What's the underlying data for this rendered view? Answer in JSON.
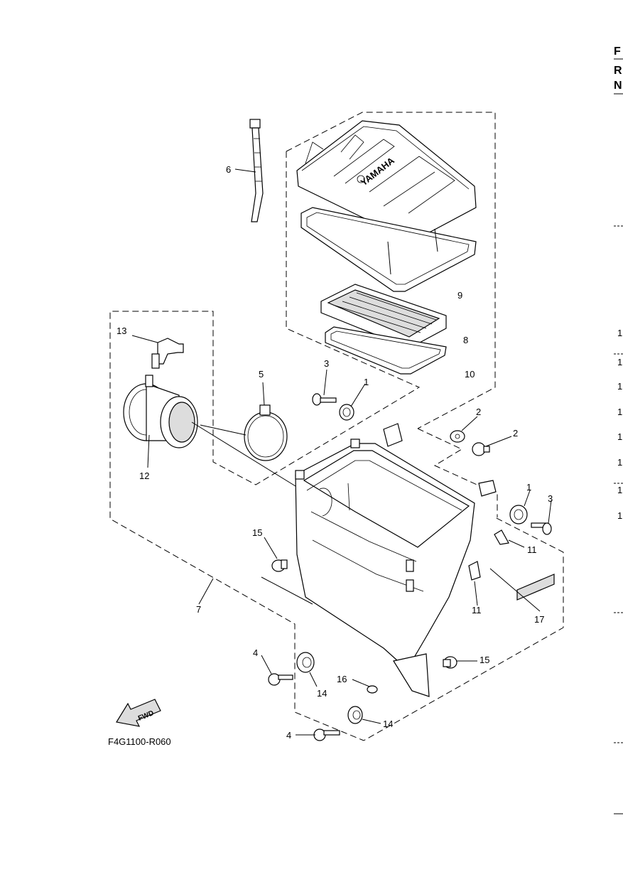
{
  "figure_code": "F4G1100-R060",
  "fwd_label": "FWD",
  "brand_label": "YAMAHA",
  "edge_letters": [
    "F",
    "R",
    "N"
  ],
  "right_edge_numbers": [
    "1",
    "1",
    "1",
    "1",
    "1",
    "1",
    "1",
    "1"
  ],
  "callouts": [
    "1",
    "1",
    "2",
    "2",
    "3",
    "3",
    "4",
    "4",
    "5",
    "6",
    "7",
    "8",
    "9",
    "10",
    "11",
    "11",
    "12",
    "13",
    "14",
    "14",
    "15",
    "15",
    "16",
    "17"
  ]
}
